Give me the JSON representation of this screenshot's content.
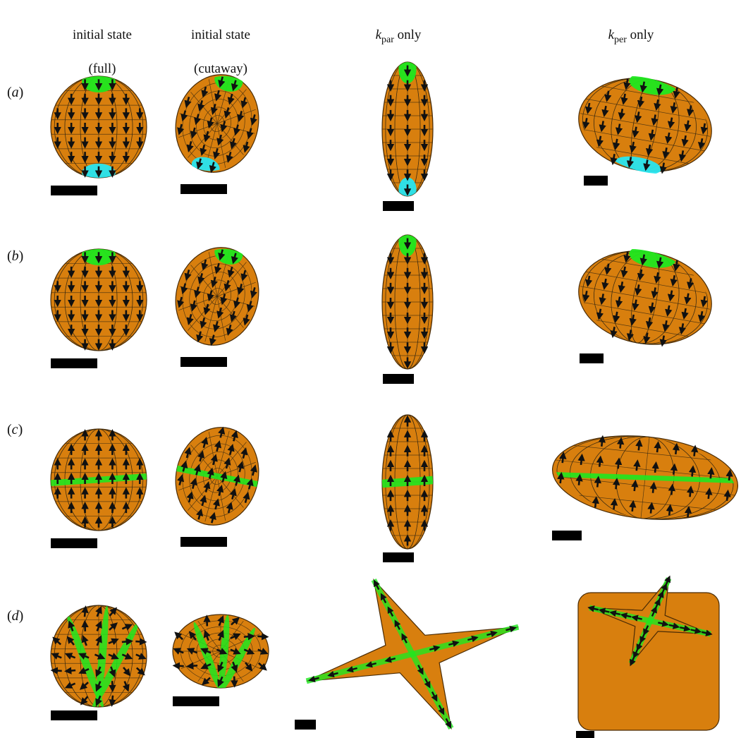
{
  "columns": [
    {
      "id": "full",
      "label_line1": "initial state",
      "label_line2": "(full)"
    },
    {
      "id": "cutaway",
      "label_line1": "initial state",
      "label_line2": "(cutaway)"
    },
    {
      "id": "kpar",
      "k_symbol": "k",
      "k_sub": "par",
      "suffix": " only"
    },
    {
      "id": "kper",
      "k_symbol": "k",
      "k_sub": "per",
      "suffix": " only"
    }
  ],
  "rows": [
    {
      "id": "a",
      "letter": "a",
      "open": "(",
      "close": ")",
      "polarity": "down",
      "marker_pos": "poles",
      "colors": [
        "#1fe81f",
        "#28e6f0"
      ]
    },
    {
      "id": "b",
      "letter": "b",
      "open": "(",
      "close": ")",
      "polarity": "down",
      "marker_pos": "top-pole",
      "colors": [
        "#1fe81f"
      ]
    },
    {
      "id": "c",
      "letter": "c",
      "open": "(",
      "close": ")",
      "polarity": "up",
      "marker_pos": "equator",
      "colors": [
        "#1fe81f"
      ]
    },
    {
      "id": "d",
      "letter": "d",
      "open": "(",
      "close": ")",
      "polarity": "radial",
      "marker_pos": "meridians",
      "colors": [
        "#1fe81f"
      ]
    }
  ],
  "palette": {
    "tissue": "#d87f0e",
    "tissue_edge": "#4a2b05",
    "grid_line": "#3a2a12",
    "arrow": "#111111",
    "scale_bar": "#000000"
  }
}
